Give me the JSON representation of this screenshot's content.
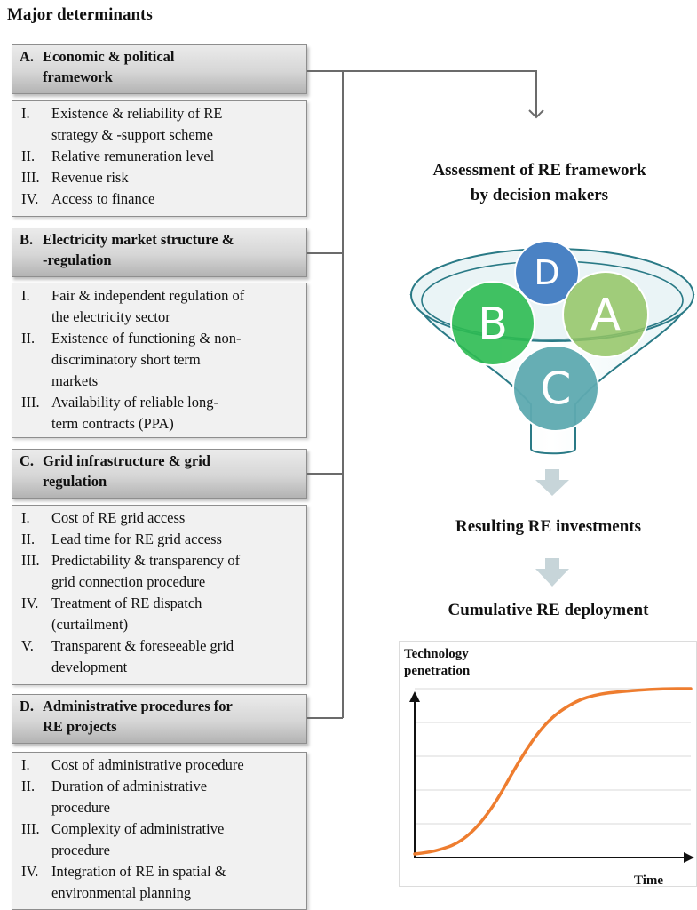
{
  "title": "Major determinants",
  "sections": [
    {
      "letter": "A.",
      "heading_line1": "Economic & political",
      "heading_line2": "framework",
      "items": [
        {
          "num": "I.",
          "lines": [
            "Existence & reliability of RE",
            "strategy & -support scheme"
          ]
        },
        {
          "num": "II.",
          "lines": [
            "Relative remuneration level"
          ]
        },
        {
          "num": "III.",
          "lines": [
            "Revenue risk"
          ]
        },
        {
          "num": "IV.",
          "lines": [
            "Access to finance"
          ]
        }
      ]
    },
    {
      "letter": "B.",
      "heading_line1": "Electricity market structure &",
      "heading_line2": "-regulation",
      "items": [
        {
          "num": "I.",
          "lines": [
            "Fair & independent regulation of",
            "the electricity sector"
          ]
        },
        {
          "num": "II.",
          "lines": [
            "Existence of functioning & non-",
            "discriminatory short term",
            "markets"
          ]
        },
        {
          "num": "III.",
          "lines": [
            "Availability of reliable long-",
            "term contracts (PPA)"
          ]
        }
      ]
    },
    {
      "letter": "C.",
      "heading_line1": "Grid infrastructure & grid",
      "heading_line2": "regulation",
      "items": [
        {
          "num": "I.",
          "lines": [
            "Cost of RE grid access"
          ]
        },
        {
          "num": "II.",
          "lines": [
            "Lead time for RE grid access"
          ]
        },
        {
          "num": "III.",
          "lines": [
            "Predictability & transparency of",
            "grid connection procedure"
          ]
        },
        {
          "num": "IV.",
          "lines": [
            "Treatment of RE dispatch",
            "(curtailment)"
          ]
        },
        {
          "num": "V.",
          "lines": [
            "Transparent  & foreseeable grid",
            "development"
          ]
        }
      ]
    },
    {
      "letter": "D.",
      "heading_line1": "Administrative procedures for",
      "heading_line2": "RE projects",
      "items": [
        {
          "num": "I.",
          "lines": [
            "Cost of administrative procedure"
          ]
        },
        {
          "num": "II.",
          "lines": [
            "Duration of administrative",
            "procedure"
          ]
        },
        {
          "num": "III.",
          "lines": [
            "Complexity of administrative",
            "procedure"
          ]
        },
        {
          "num": "IV.",
          "lines": [
            "Integration of RE in spatial &",
            "environmental planning"
          ]
        }
      ]
    }
  ],
  "right": {
    "assessment_line1": "Assessment of RE framework",
    "assessment_line2": "by decision makers",
    "investments": "Resulting RE investments",
    "deployment": "Cumulative RE deployment"
  },
  "funnel": {
    "circles": [
      {
        "label": "D",
        "color": "#4a82c4"
      },
      {
        "label": "B",
        "color": "#2dbb52"
      },
      {
        "label": "A",
        "color": "#93c464"
      },
      {
        "label": "C",
        "color": "#5eaab0"
      }
    ]
  },
  "chart": {
    "ylabel_line1": "Technology",
    "ylabel_line2": "penetration",
    "xlabel": "Time",
    "curve_color": "#ee7d2f"
  },
  "chart_data": {
    "type": "line",
    "title": "",
    "xlabel": "Time",
    "ylabel": "Technology penetration",
    "grid": true,
    "xlim": [
      0,
      1
    ],
    "ylim": [
      0,
      1
    ],
    "series": [
      {
        "values": [
          [
            0,
            0
          ],
          [
            0.05,
            0.01
          ],
          [
            0.1,
            0.03
          ],
          [
            0.15,
            0.06
          ],
          [
            0.2,
            0.12
          ],
          [
            0.25,
            0.21
          ],
          [
            0.3,
            0.33
          ],
          [
            0.35,
            0.48
          ],
          [
            0.4,
            0.62
          ],
          [
            0.45,
            0.74
          ],
          [
            0.5,
            0.83
          ],
          [
            0.55,
            0.89
          ],
          [
            0.6,
            0.935
          ],
          [
            0.65,
            0.96
          ],
          [
            0.7,
            0.975
          ],
          [
            0.8,
            0.99
          ],
          [
            0.9,
            1.0
          ],
          [
            1.0,
            1.0
          ]
        ]
      }
    ]
  }
}
